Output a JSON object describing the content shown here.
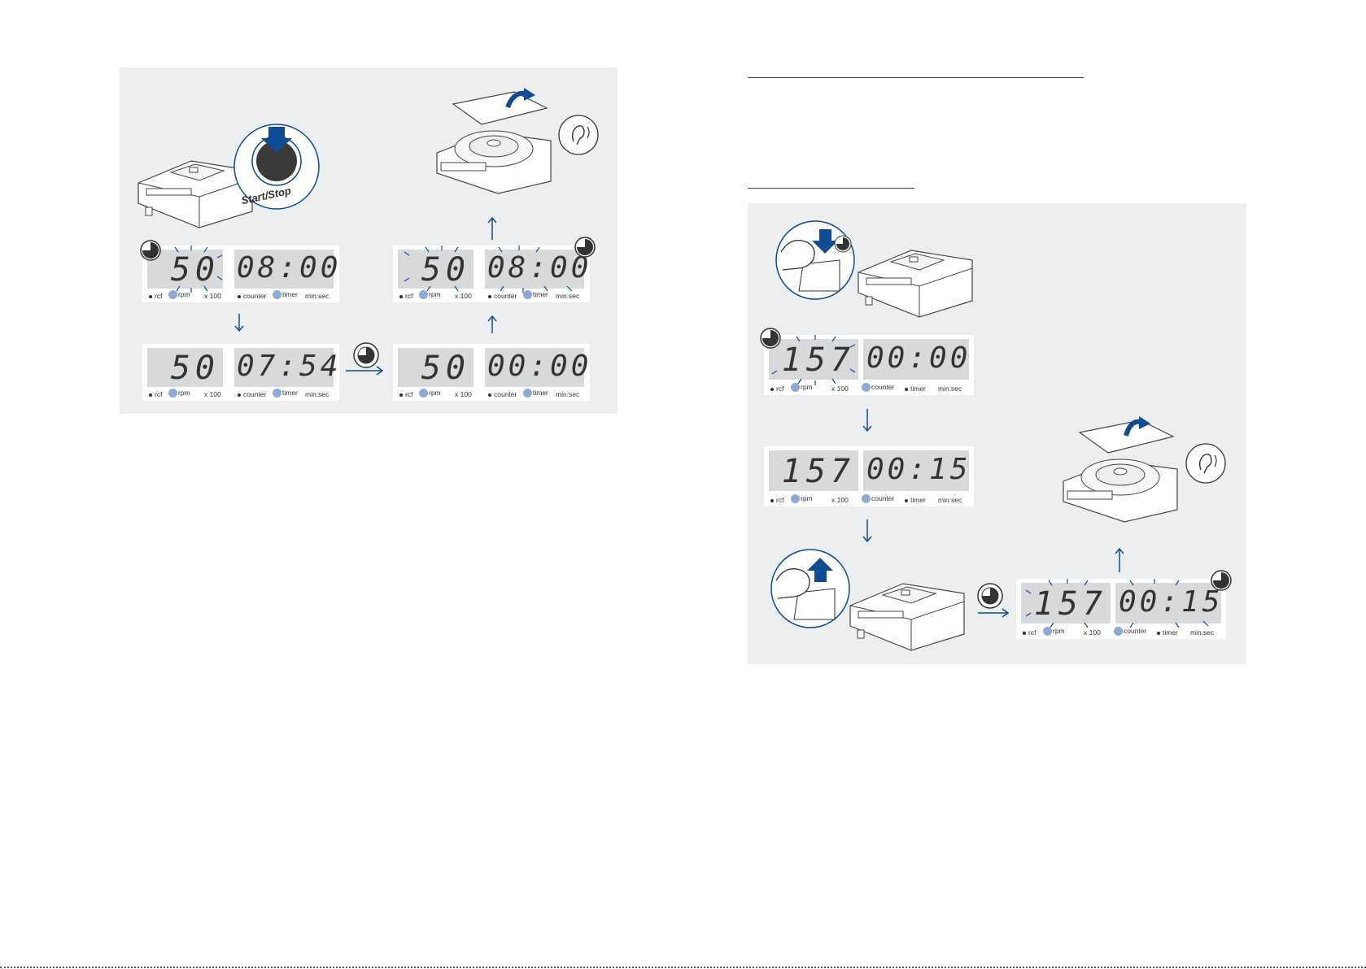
{
  "left_figure": {
    "start_stop_label": "Start/Stop",
    "display_1": {
      "speed": "50",
      "time": "08:00"
    },
    "display_2": {
      "speed": "50",
      "time": "07:54"
    },
    "display_3": {
      "speed": "50",
      "time": "00:00"
    },
    "display_4": {
      "speed": "50",
      "time": "08:00"
    }
  },
  "right_figure": {
    "display_1": {
      "speed": "157",
      "time": "00:00"
    },
    "display_2": {
      "speed": "157",
      "time": "00:15"
    },
    "display_3": {
      "speed": "157",
      "time": "00:15"
    }
  },
  "display_labels": {
    "rcf": "rcf",
    "rpm": "rpm",
    "x100": "x 100",
    "counter": "counter",
    "timer": "timer",
    "minsec": "min:sec"
  },
  "colors": {
    "accent": "#0f4c94",
    "panel": "#edeeef",
    "lcd": "#d8d9db",
    "indicator": "#8fa9d6"
  }
}
